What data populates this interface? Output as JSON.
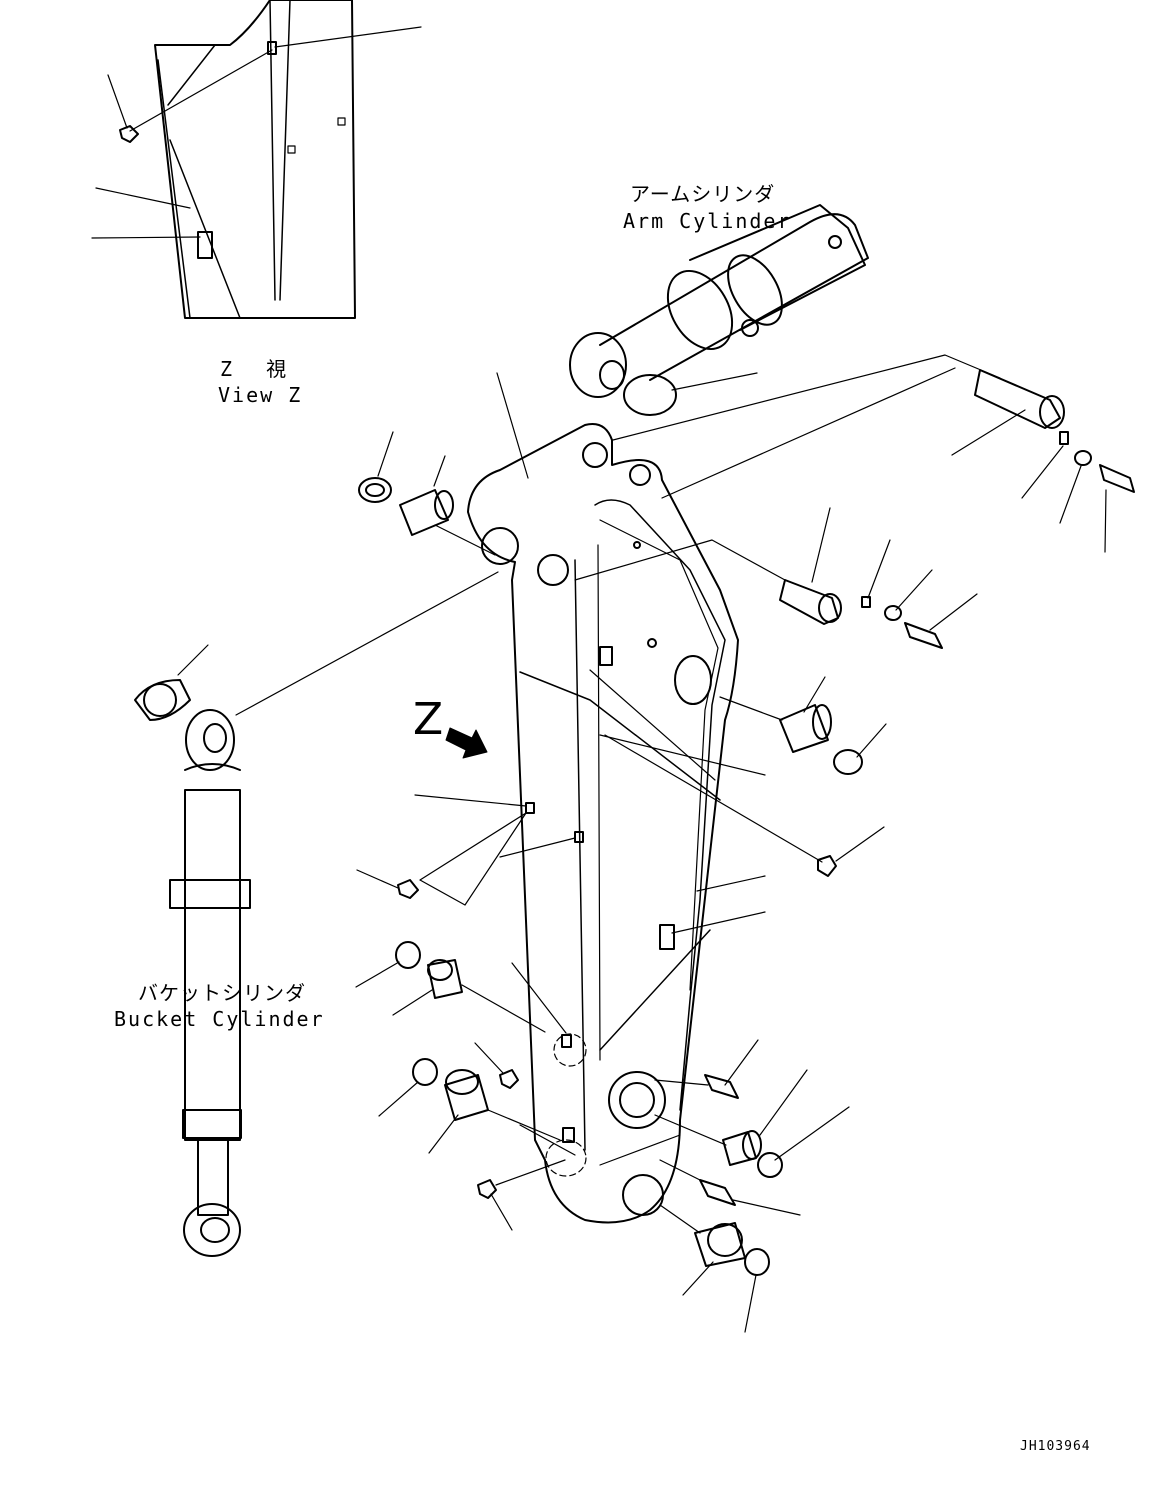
{
  "labels": {
    "arm_cylinder_jp": "アームシリンダ",
    "arm_cylinder_en": "Arm Cylinder",
    "bucket_cylinder_jp": "バケットシリンダ",
    "bucket_cylinder_en": "Bucket Cylinder",
    "view_z_jp": "Z 視",
    "view_z_en": "View Z",
    "view_z_arrow": "Z",
    "drawing_code": "JH103964"
  },
  "colors": {
    "ink": "#000000",
    "paper": "#ffffff"
  }
}
